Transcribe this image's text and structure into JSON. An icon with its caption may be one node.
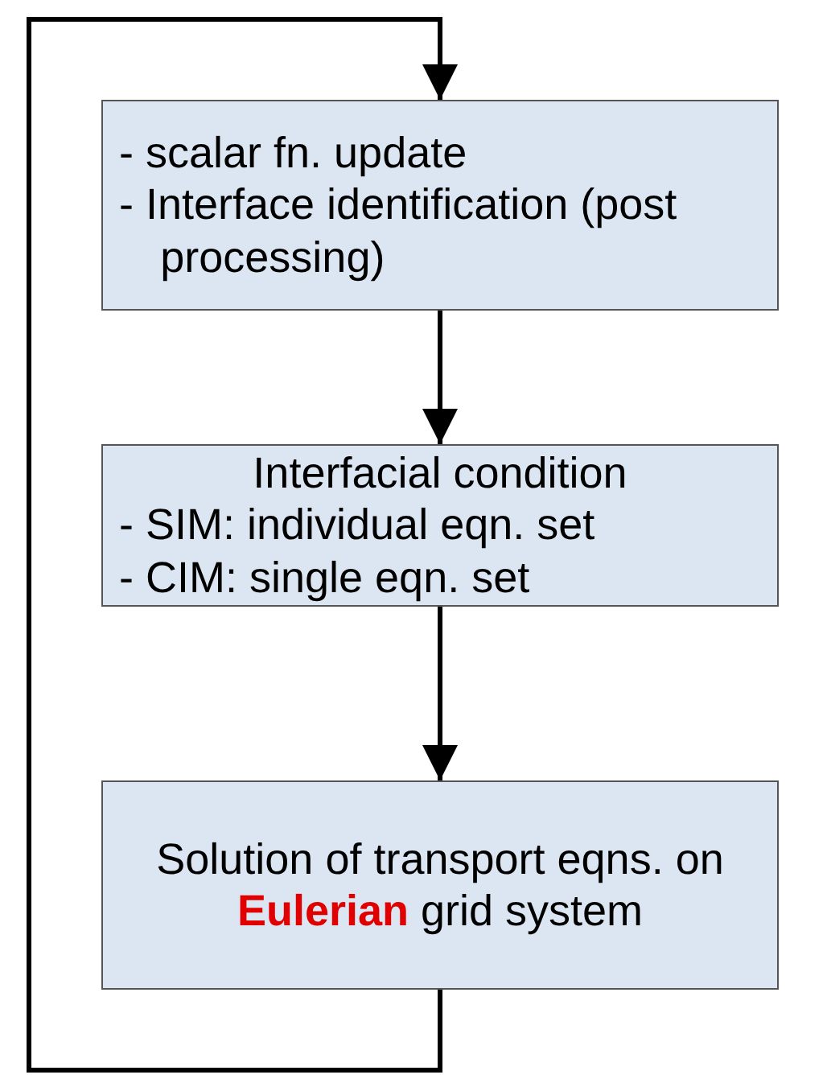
{
  "diagram": {
    "nodes": [
      {
        "text": [
          "- scalar fn. update",
          "- Interface identification (post processing)"
        ]
      },
      {
        "text": [
          "Interfacial condition",
          "- SIM: individual eqn. set",
          "- CIM: single eqn. set"
        ]
      },
      {
        "text": [
          "Solution of transport eqns. on **Eulerian** grid system"
        ]
      }
    ],
    "edges": [
      {
        "from": 0,
        "to": 1,
        "arrow": "to"
      },
      {
        "from": 1,
        "to": 2,
        "arrow": "to"
      },
      {
        "from": 2,
        "to": 0,
        "arrow": "to"
      }
    ]
  }
}
